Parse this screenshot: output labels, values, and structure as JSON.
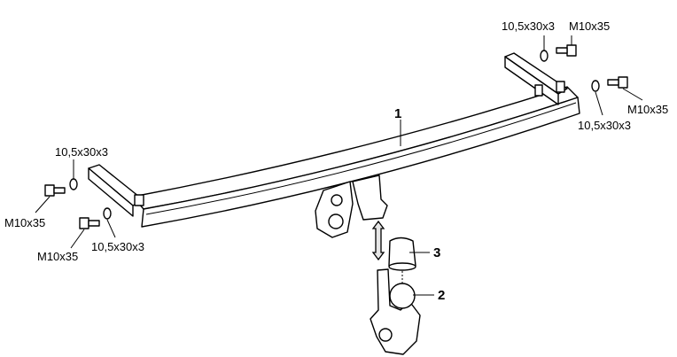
{
  "diagram": {
    "parts": {
      "crossbar": "1",
      "ball_neck": "2",
      "ball_cover": "3"
    },
    "fasteners": {
      "top_right_washer": "10,5x30x3",
      "top_right_bolt": "M10x35",
      "right_bolt": "M10x35",
      "right_washer": "10,5x30x3",
      "left_top_washer": "10,5x30x3",
      "left_top_bolt": "M10x35",
      "left_bottom_bolt": "M10x35",
      "left_bottom_washer": "10,5x30x3"
    }
  }
}
